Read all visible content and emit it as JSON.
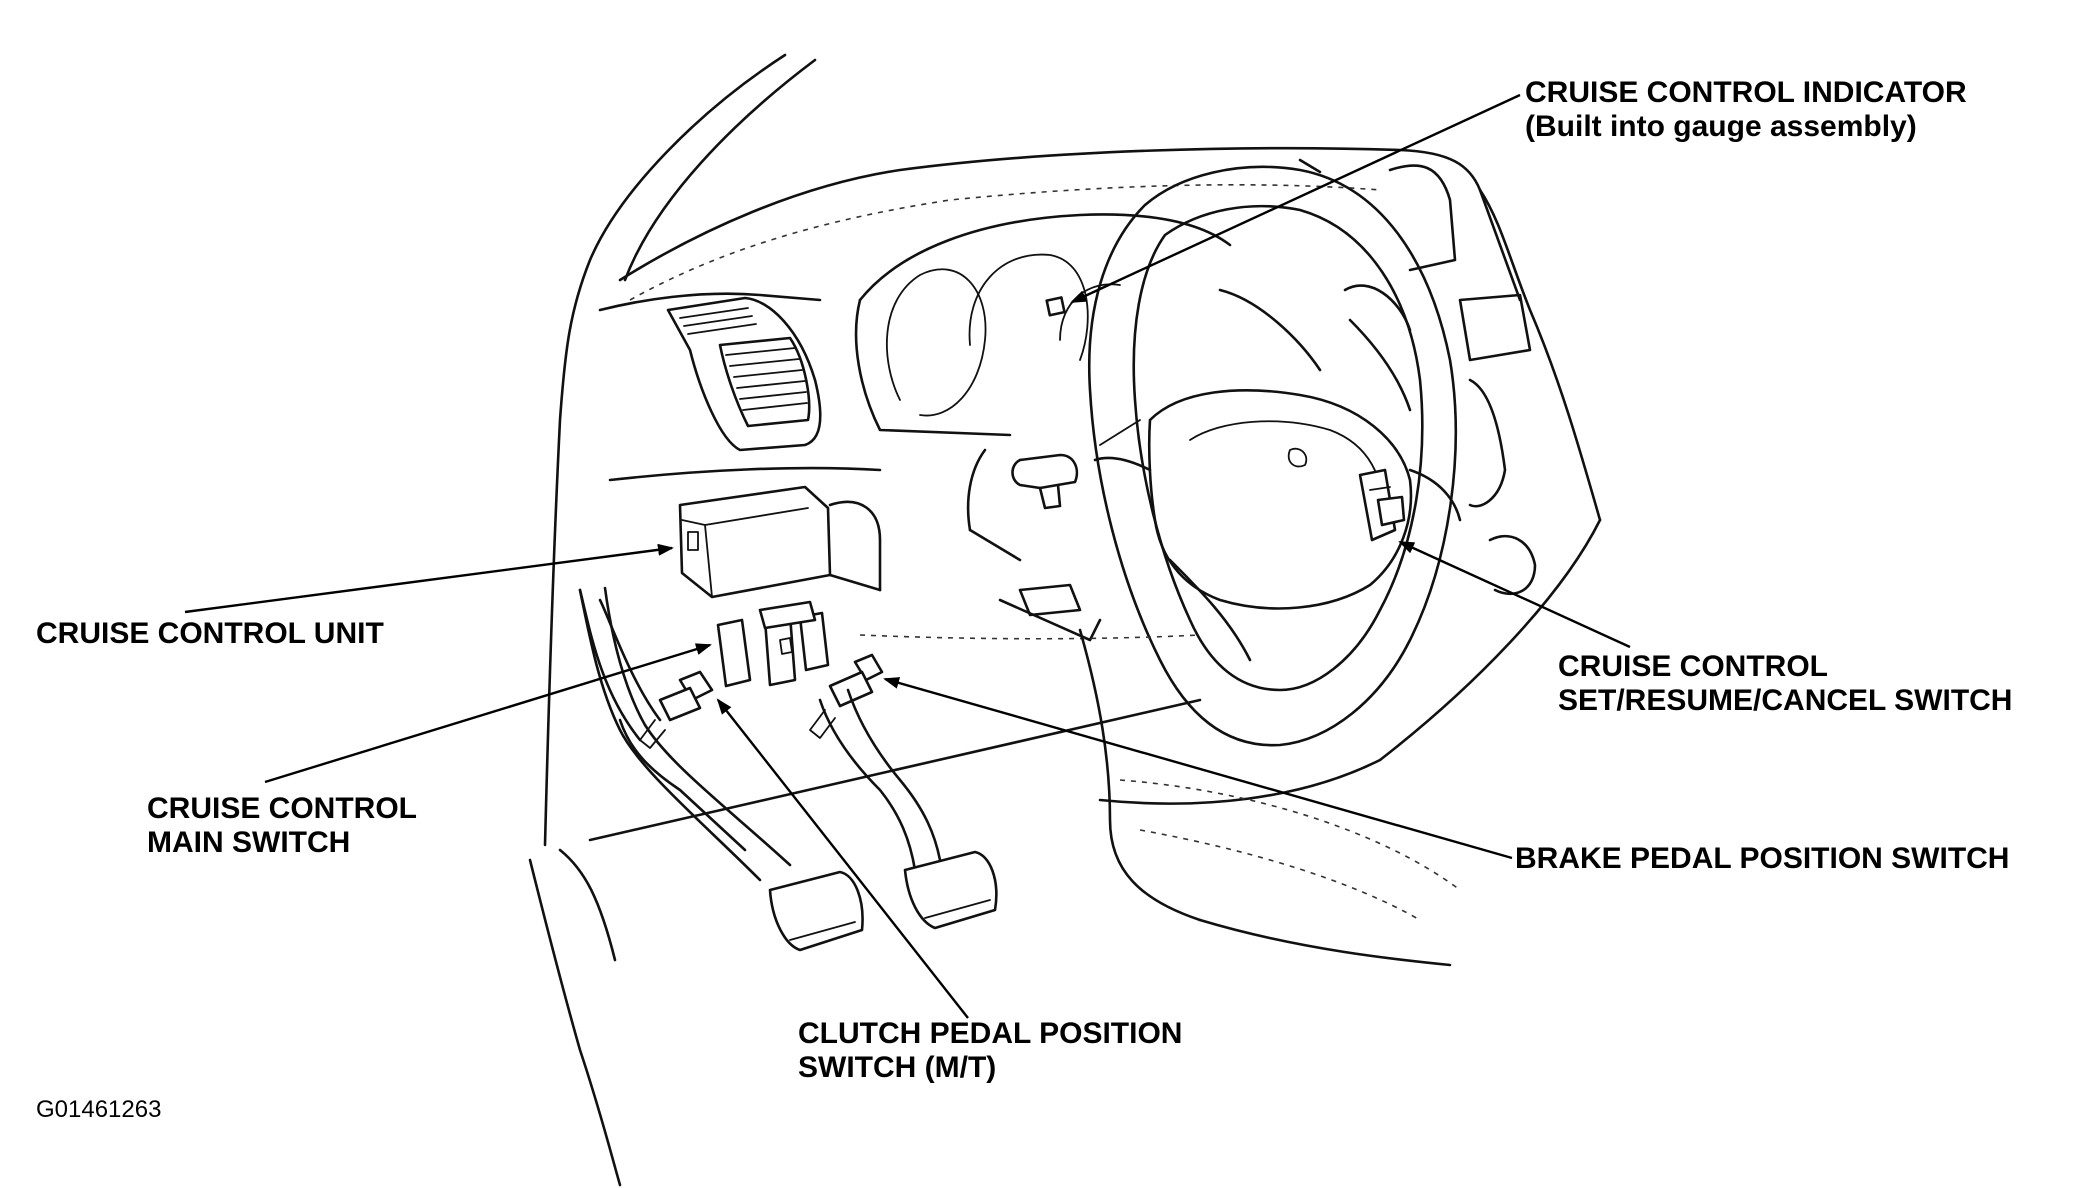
{
  "callouts": {
    "indicator": {
      "line1": "CRUISE CONTROL INDICATOR",
      "line2": "(Built into gauge assembly)"
    },
    "unit": {
      "line1": "CRUISE CONTROL UNIT"
    },
    "set_switch": {
      "line1": "CRUISE CONTROL",
      "line2": "SET/RESUME/CANCEL SWITCH"
    },
    "main_switch": {
      "line1": "CRUISE CONTROL",
      "line2": "MAIN SWITCH"
    },
    "brake_switch": {
      "line1": "BRAKE PEDAL POSITION SWITCH"
    },
    "clutch_switch": {
      "line1": "CLUTCH PEDAL POSITION",
      "line2": "SWITCH (M/T)"
    }
  },
  "figure_code": "G01461263"
}
